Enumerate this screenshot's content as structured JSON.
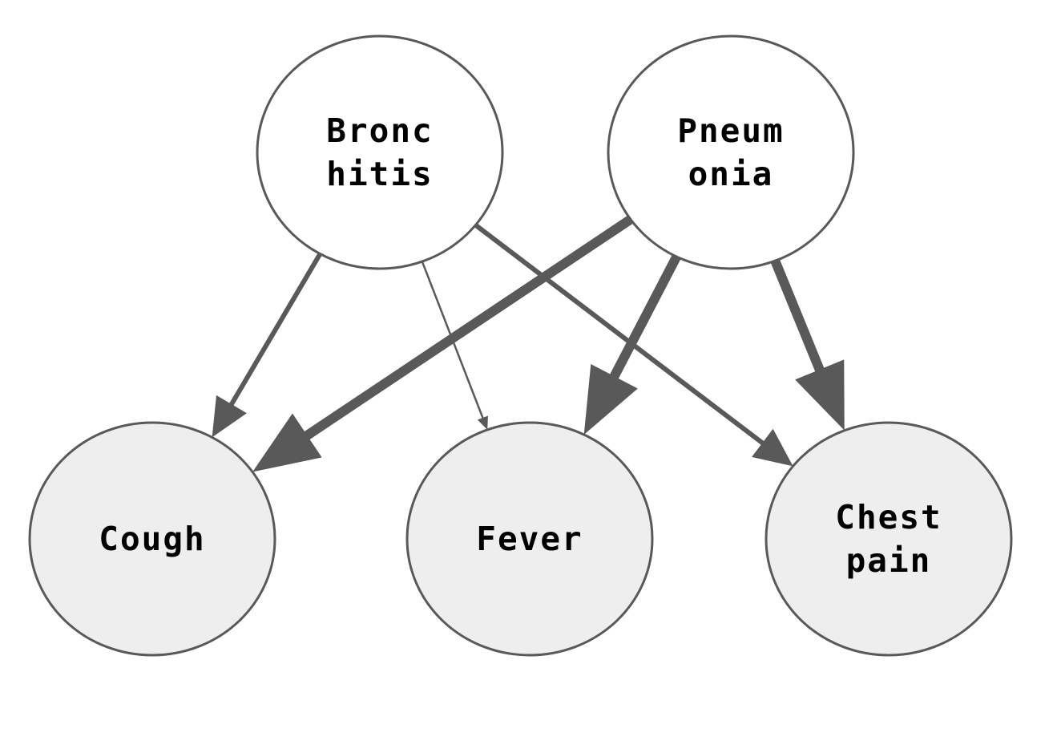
{
  "diagram": {
    "colors": {
      "cause_fill": "#ffffff",
      "symptom_fill": "#eeeeee",
      "stroke": "#595959",
      "text": "#000000"
    },
    "nodes": [
      {
        "id": "bronchitis",
        "lines": [
          "Bronc",
          "hitis"
        ],
        "kind": "cause"
      },
      {
        "id": "pneumonia",
        "lines": [
          "Pneum",
          "onia"
        ],
        "kind": "cause"
      },
      {
        "id": "cough",
        "lines": [
          "Cough"
        ],
        "kind": "symptom"
      },
      {
        "id": "fever",
        "lines": [
          "Fever"
        ],
        "kind": "symptom"
      },
      {
        "id": "chest-pain",
        "lines": [
          "Chest",
          "pain"
        ],
        "kind": "symptom"
      }
    ],
    "edges": [
      {
        "from": "bronchitis",
        "to": "cough",
        "strength": "medium"
      },
      {
        "from": "bronchitis",
        "to": "fever",
        "strength": "weak"
      },
      {
        "from": "bronchitis",
        "to": "chest-pain",
        "strength": "medium"
      },
      {
        "from": "pneumonia",
        "to": "cough",
        "strength": "strong"
      },
      {
        "from": "pneumonia",
        "to": "fever",
        "strength": "strong"
      },
      {
        "from": "pneumonia",
        "to": "chest-pain",
        "strength": "strong"
      }
    ]
  }
}
